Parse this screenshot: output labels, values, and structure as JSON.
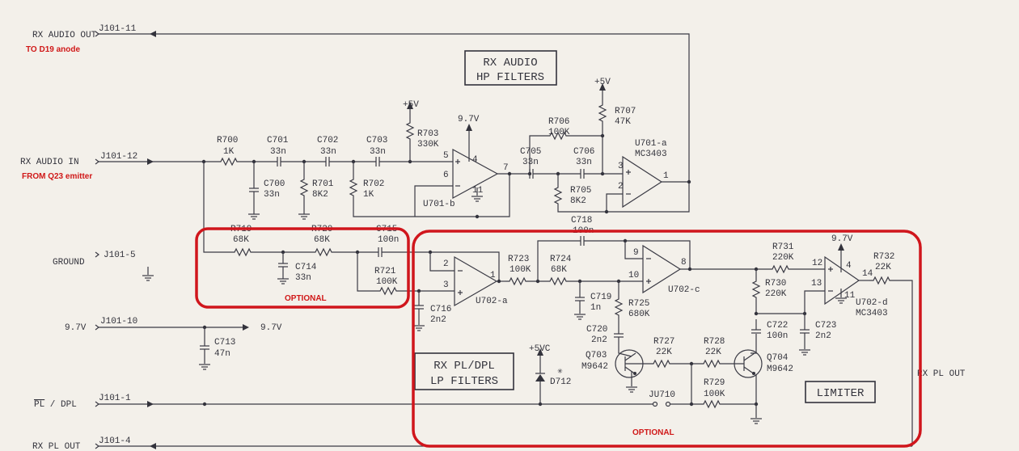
{
  "connectors": {
    "rx_audio_out": {
      "label": "RX AUDIO OUT",
      "pin": "J101-11",
      "note": "TO D19 anode"
    },
    "rx_audio_in": {
      "label": "RX AUDIO IN",
      "pin": "J101-12",
      "note": "FROM Q23 emitter"
    },
    "ground": {
      "label": "GROUND",
      "pin": "J101-5"
    },
    "v97": {
      "label": "9.7V",
      "pin": "J101-10",
      "out": "9.7V"
    },
    "pl_dpl": {
      "label_pl": "PL",
      "label_rest": " / DPL",
      "pin": "J101-1"
    },
    "rx_pl_out": {
      "label": "RX PL OUT",
      "pin": "J101-4",
      "right_label": "RX PL OUT"
    }
  },
  "blocks": {
    "hp_line1": "RX AUDIO",
    "hp_line2": "HP FILTERS",
    "lp_line1": "RX PL/DPL",
    "lp_line2": "LP FILTERS",
    "limiter": "LIMITER",
    "optional_1": "OPTIONAL",
    "optional_2": "OPTIONAL"
  },
  "labels": {
    "R700": "R700",
    "R700v": "1K",
    "C700": "C700",
    "C700v": "33n",
    "C701": "C701",
    "C701v": "33n",
    "R701": "R701",
    "R701v": "8K2",
    "C702": "C702",
    "C702v": "33n",
    "R702": "R702",
    "R702v": "1K",
    "C703": "C703",
    "C703v": "33n",
    "R703": "R703",
    "R703v": "330K",
    "p5V_1": "+5V",
    "p97_1": "9.7V",
    "U701b": "U701-b",
    "pin5": "5",
    "pin6": "6",
    "pin4a": "4",
    "pin11a": "11",
    "pin7": "7",
    "R706": "R706",
    "R706v": "100K",
    "R707": "R707",
    "R707v": "47K",
    "p5V_2": "+5V",
    "C705": "C705",
    "C705v": "33n",
    "C706": "C706",
    "C706v": "33n",
    "R705": "R705",
    "R705v": "8K2",
    "U701a": "U701-a",
    "U701a_p": "MC3403",
    "pin3a": "3",
    "pin2a": "2",
    "pin1a": "1",
    "R719": "R719",
    "R719v": "68K",
    "R720": "R720",
    "R720v": "68K",
    "C715": "C715",
    "C715v": "100n",
    "C714": "C714",
    "C714v": "33n",
    "R721": "R721",
    "R721v": "100K",
    "C718": "C718",
    "C718v": "100n",
    "U702a": "U702-a",
    "pin2b": "2",
    "pin3b": "3",
    "pin1b": "1",
    "C716": "C716",
    "C716v": "2n2",
    "R723": "R723",
    "R723v": "100K",
    "R724": "R724",
    "R724v": "68K",
    "C719": "C719",
    "C719v": "1n",
    "R725": "R725",
    "R725v": "680K",
    "C720": "C720",
    "C720v": "2n2",
    "U702c": "U702-c",
    "pin9": "9",
    "pin10": "10",
    "pin8": "8",
    "R731": "R731",
    "R731v": "220K",
    "R730": "R730",
    "R730v": "220K",
    "C722": "C722",
    "C722v": "100n",
    "C723": "C723",
    "C723v": "2n2",
    "U702d": "U702-d",
    "U702d_p": "MC3403",
    "pin12": "12",
    "pin13": "13",
    "pin4d": "4",
    "pin11d": "11",
    "pin14": "14",
    "p97_2": "9.7V",
    "R732": "R732",
    "R732v": "22K",
    "Q703": "Q703",
    "Q703v": "M9642",
    "Q704": "Q704",
    "Q704v": "M9642",
    "R727": "R727",
    "R727v": "22K",
    "R728": "R728",
    "R728v": "22K",
    "R729": "R729",
    "R729v": "100K",
    "JU710": "JU710",
    "D712": "D712",
    "p5VC": "+5VC",
    "C713": "C713",
    "C713v": "47n"
  },
  "colors": {
    "wire": "#3a3a44",
    "highlight": "#d0161c",
    "paper": "#f3f0ea"
  }
}
